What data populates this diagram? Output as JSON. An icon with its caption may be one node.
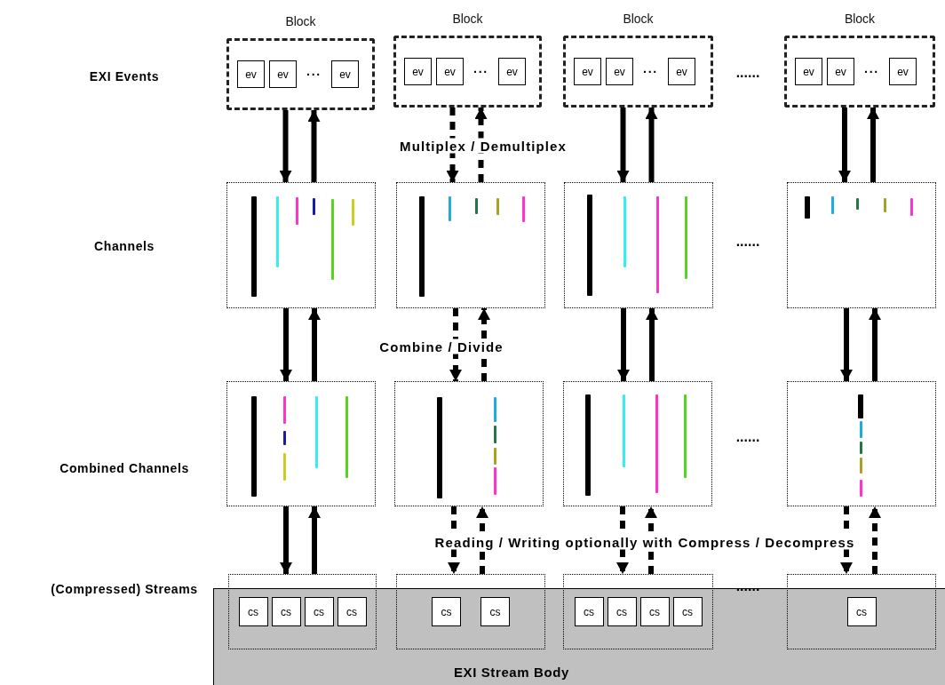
{
  "diagram": {
    "nodes": [
      {
        "text": [
          "Block",
          "···"
        ]
      },
      {
        "text": [
          "ev"
        ],
        "in": 0
      },
      {
        "text": [
          "ev"
        ],
        "in": 0
      },
      {
        "text": [
          "ev"
        ],
        "in": 0
      },
      {
        "text": [
          "Block",
          "···"
        ]
      },
      {
        "text": [
          "ev"
        ],
        "in": 4
      },
      {
        "text": [
          "ev"
        ],
        "in": 4
      },
      {
        "text": [
          "ev"
        ],
        "in": 4
      },
      {
        "text": [
          "Block",
          "···"
        ]
      },
      {
        "text": [
          "ev"
        ],
        "in": 8
      },
      {
        "text": [
          "ev"
        ],
        "in": 8
      },
      {
        "text": [
          "ev"
        ],
        "in": 8
      },
      {
        "text": [
          "Block",
          "···"
        ]
      },
      {
        "text": [
          "ev"
        ],
        "in": 12
      },
      {
        "text": [
          "ev"
        ],
        "in": 12
      },
      {
        "text": [
          "ev"
        ],
        "in": 12
      },
      {
        "text": [],
        "shape": "box"
      },
      {
        "text": [],
        "shape": "box"
      },
      {
        "text": [],
        "shape": "box"
      },
      {
        "text": [],
        "shape": "box"
      },
      {
        "text": [],
        "shape": "box"
      },
      {
        "text": [],
        "shape": "box"
      },
      {
        "text": [],
        "shape": "box"
      },
      {
        "text": [],
        "shape": "box"
      },
      {
        "text": [],
        "shape": "box"
      },
      {
        "text": [
          "cs"
        ],
        "in": 24
      },
      {
        "text": [
          "cs"
        ],
        "in": 24
      },
      {
        "text": [
          "cs"
        ],
        "in": 24
      },
      {
        "text": [
          "cs"
        ],
        "in": 24
      },
      {
        "text": [],
        "shape": "box"
      },
      {
        "text": [
          "cs"
        ],
        "in": 29
      },
      {
        "text": [
          "cs"
        ],
        "in": 29
      },
      {
        "text": [],
        "shape": "box"
      },
      {
        "text": [
          "cs"
        ],
        "in": 32
      },
      {
        "text": [
          "cs"
        ],
        "in": 32
      },
      {
        "text": [
          "cs"
        ],
        "in": 32
      },
      {
        "text": [
          "cs"
        ],
        "in": 32
      },
      {
        "text": [],
        "shape": "box"
      },
      {
        "text": [
          "cs"
        ],
        "in": 37
      },
      {
        "text": [
          "EXI Stream Body"
        ]
      }
    ],
    "edges": [
      {
        "from": 0,
        "to": 16,
        "arrow": "to"
      },
      {
        "from": 16,
        "to": 0,
        "arrow": "to"
      },
      {
        "from": 4,
        "to": 17,
        "arrow": "to",
        "style": "dashed"
      },
      {
        "from": 17,
        "to": 4,
        "arrow": "to",
        "style": "dashed"
      },
      {
        "from": 8,
        "to": 18,
        "arrow": "to"
      },
      {
        "from": 18,
        "to": 8,
        "arrow": "to"
      },
      {
        "from": 12,
        "to": 19,
        "arrow": "to"
      },
      {
        "from": 19,
        "to": 12,
        "arrow": "to"
      },
      {
        "from": 16,
        "to": 20,
        "arrow": "to"
      },
      {
        "from": 20,
        "to": 16,
        "arrow": "to"
      },
      {
        "from": 17,
        "to": 21,
        "arrow": "to",
        "style": "dashed"
      },
      {
        "from": 21,
        "to": 17,
        "arrow": "to",
        "style": "dashed"
      },
      {
        "from": 18,
        "to": 22,
        "arrow": "to"
      },
      {
        "from": 22,
        "to": 18,
        "arrow": "to"
      },
      {
        "from": 19,
        "to": 23,
        "arrow": "to"
      },
      {
        "from": 23,
        "to": 19,
        "arrow": "to"
      },
      {
        "from": 20,
        "to": 24,
        "arrow": "to"
      },
      {
        "from": 24,
        "to": 20,
        "arrow": "to"
      },
      {
        "from": 21,
        "to": 29,
        "arrow": "to",
        "style": "dashed"
      },
      {
        "from": 29,
        "to": 21,
        "arrow": "to",
        "style": "dashed"
      },
      {
        "from": 22,
        "to": 32,
        "arrow": "to",
        "style": "dashed"
      },
      {
        "from": 32,
        "to": 22,
        "arrow": "to",
        "style": "dashed"
      },
      {
        "from": 23,
        "to": 37,
        "arrow": "to",
        "style": "dashed"
      },
      {
        "from": 37,
        "to": 23,
        "arrow": "to",
        "style": "dashed"
      }
    ],
    "labels": [
      "EXI Events",
      "......",
      "Multiplex / Demultiplex",
      "Channels",
      "......",
      "Combine / Divide",
      "Combined Channels",
      "......",
      "Reading / Writing optionally with Compress / Decompress",
      "(Compressed) Streams",
      "......"
    ]
  }
}
